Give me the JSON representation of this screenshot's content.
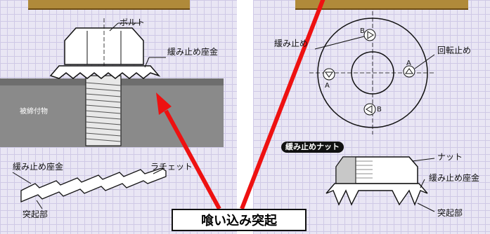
{
  "left_panel": {
    "bolt_label": "ボルト",
    "lock_washer_label": "緩み止め座金",
    "clamped_part_label": "被締付物",
    "lock_washer_label_2": "緩み止め座金",
    "ratchet_label": "ラチェット",
    "protrusion_label": "突起部"
  },
  "right_panel": {
    "loosening_label": "緩み止め",
    "rotation_stop_label": "回転止め",
    "mark_a_left": "A",
    "mark_a_right": "A",
    "mark_b_top": "B",
    "mark_b_bottom": "B",
    "lock_nut_badge": "緩み止めナット",
    "nut_label": "ナット",
    "lock_washer_label": "緩み止め座金",
    "protrusion_label": "突起部"
  },
  "callout": {
    "text": "喰い込み突起"
  },
  "colors": {
    "arrow": "#ee1111",
    "grid_bg": "#e9e6f4"
  }
}
